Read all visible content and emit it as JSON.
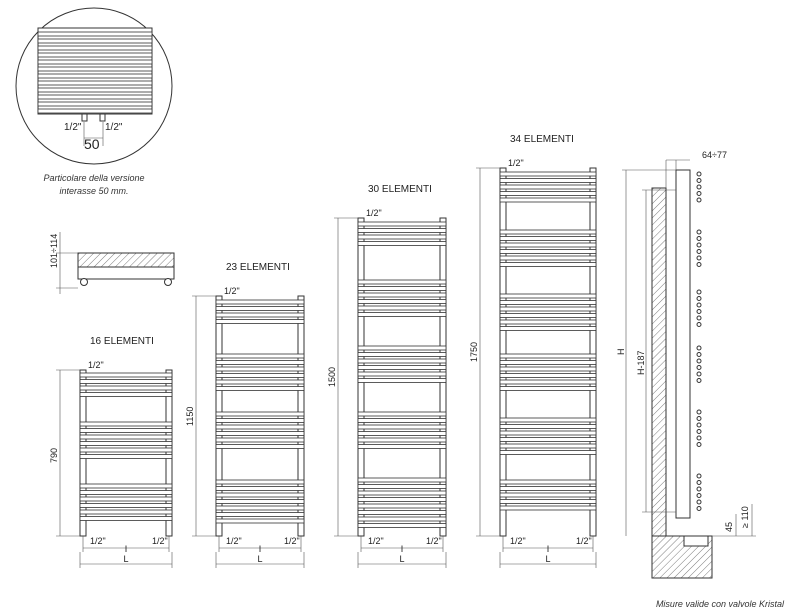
{
  "detail": {
    "left_pipe": "1/2\"",
    "right_pipe": "1/2\"",
    "spacing": "50",
    "caption_line1": "Particolare della versione",
    "caption_line2": "interasse 50 mm."
  },
  "top_view": {
    "depth": "101÷114"
  },
  "models": [
    {
      "title": "16 ELEMENTI",
      "height": "790",
      "pipe_top": "1/2\"",
      "pipe_left": "1/2\"",
      "pipe_right": "1/2\"",
      "dim_inner": "I",
      "dim_outer": "L"
    },
    {
      "title": "23 ELEMENTI",
      "height": "1150",
      "pipe_top": "1/2\"",
      "pipe_left": "1/2\"",
      "pipe_right": "1/2\"",
      "dim_inner": "I",
      "dim_outer": "L"
    },
    {
      "title": "30 ELEMENTI",
      "height": "1500",
      "pipe_top": "1/2\"",
      "pipe_left": "1/2\"",
      "pipe_right": "1/2\"",
      "dim_inner": "I",
      "dim_outer": "L"
    },
    {
      "title": "34 ELEMENTI",
      "height": "1750",
      "pipe_top": "1/2\"",
      "pipe_left": "1/2\"",
      "pipe_right": "1/2\"",
      "dim_inner": "I",
      "dim_outer": "L"
    }
  ],
  "side_view": {
    "wall_gap": "64÷77",
    "total_height": "H",
    "inner_height": "H-187",
    "bottom_dim": "45",
    "floor_dim": "≥ 110"
  },
  "footer": "Misure valide con valvole Kristal"
}
